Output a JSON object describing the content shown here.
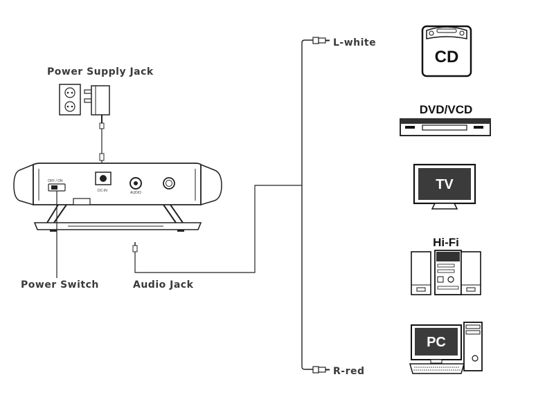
{
  "labels": {
    "power_supply_jack": "Power Supply Jack",
    "power_switch": "Power Switch",
    "audio_jack": "Audio Jack",
    "left_white": "L-white",
    "right_red": "R-red"
  },
  "unit_markings": {
    "switch": "OFF / ON",
    "dc_in": "DC-IN",
    "audio": "AUDIO"
  },
  "devices": {
    "cd": "CD",
    "dvd": "DVD/VCD",
    "tv": "TV",
    "hifi": "Hi-Fi",
    "pc": "PC"
  },
  "icons": [
    "wall-outlet-icon",
    "power-adapter-icon",
    "rca-plug-icon",
    "cd-player-icon",
    "dvd-player-icon",
    "tv-icon",
    "hifi-stereo-icon",
    "pc-icon"
  ]
}
